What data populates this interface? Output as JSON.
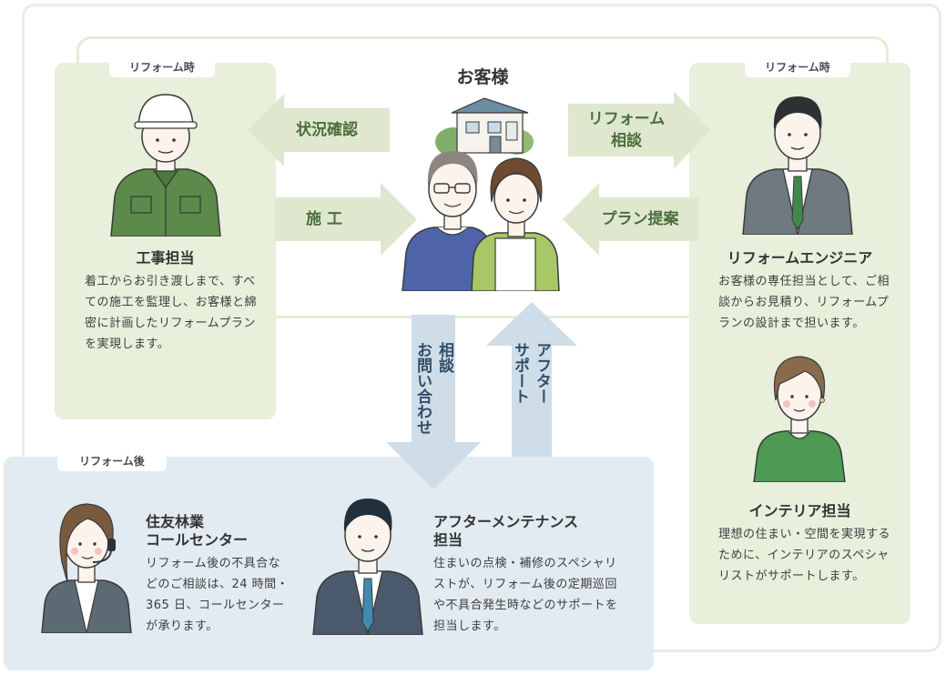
{
  "customer": {
    "title": "お客様"
  },
  "left_panel": {
    "tag": "リフォーム時",
    "role": "工事担当",
    "description": "着工からお引き渡しまで、すべての施工を監理し、お客様と綿密に計画したリフォームプランを実現します。"
  },
  "right_panel": {
    "tag": "リフォーム時",
    "engineer": {
      "role": "リフォームエンジニア",
      "description": "お客様の専任担当として、ご相談からお見積り、リフォームプランの設計まで担います。"
    },
    "interior": {
      "role": "インテリア担当",
      "description": "理想の住まい・空間を実現するために、インテリアのスペシャリストがサポートします。"
    }
  },
  "bottom_panel": {
    "tag": "リフォーム後",
    "call_center": {
      "role_line1": "住友林業",
      "role_line2": "コールセンター",
      "description": "リフォーム後の不具合などのご相談は、24 時間・365 日、コールセンターが承ります。"
    },
    "maintenance": {
      "role_line1": "アフターメンテナンス",
      "role_line2": "担当",
      "description": "住まいの点検・補修のスペシャリストが、リフォーム後の定期巡回や不具合発生時などのサポートを担当します。"
    }
  },
  "arrows": {
    "status_check": "状況確認",
    "construction": "施 工",
    "reform_consult_1": "リフォーム",
    "reform_consult_2": "相談",
    "plan_proposal": "プラン提案",
    "inquiry_1": "相談",
    "inquiry_2": "お問い合わせ",
    "after_support_1": "アフター",
    "after_support_2": "サポート"
  },
  "colors": {
    "green_panel": "#e8efdb",
    "blue_panel": "#e2ebf1",
    "arrow_green": "#dfe8cf",
    "arrow_blue": "#cfdde8"
  }
}
